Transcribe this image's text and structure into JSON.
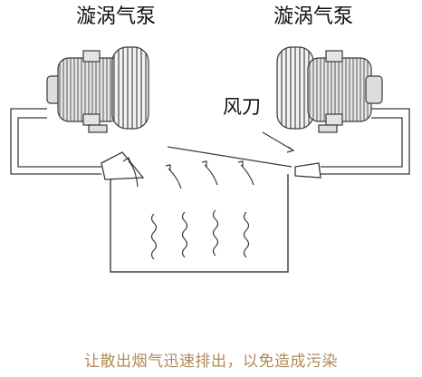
{
  "labels": {
    "pump_left": "漩涡气泵",
    "pump_right": "漩涡气泵",
    "air_knife": "风刀"
  },
  "caption": "让散出烟气迅速排出，以免造成污染",
  "colors": {
    "line": "#3a3a3a",
    "caption": "#b08a57"
  }
}
